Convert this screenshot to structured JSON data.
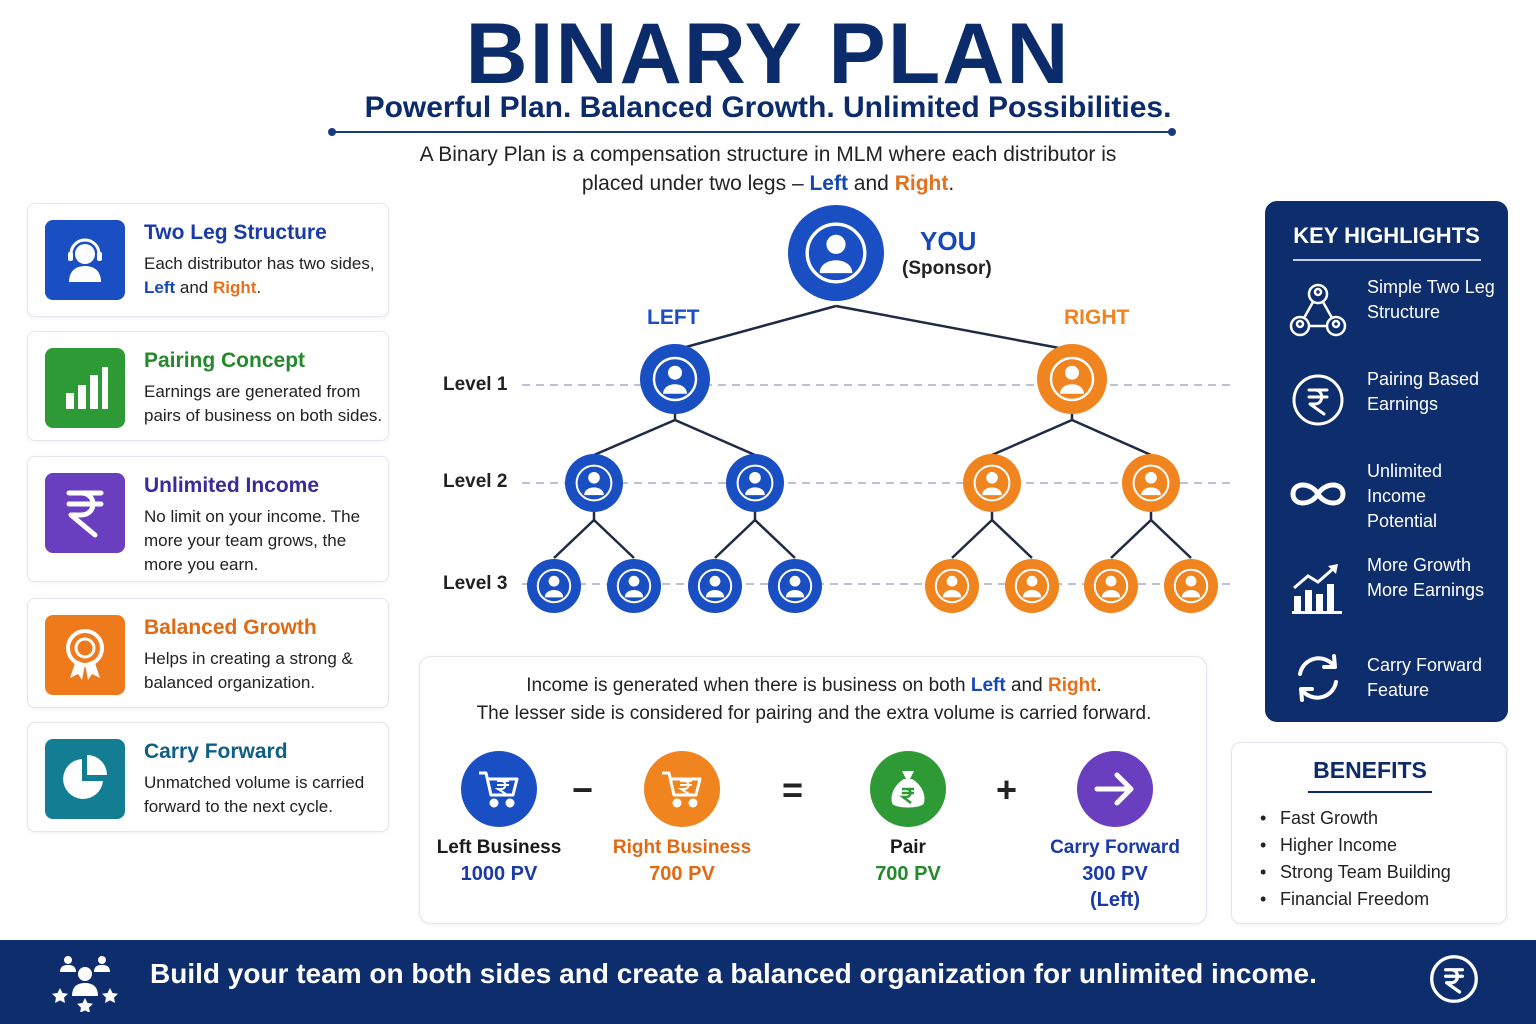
{
  "header": {
    "title": "BINARY PLAN",
    "subtitle": "Powerful Plan. Balanced Growth. Unlimited Possibilities.",
    "intro_line1": "A Binary Plan is a compensation structure in MLM where each distributor is",
    "intro_line2_a": "placed under two legs – ",
    "intro_left": "Left",
    "intro_and": " and ",
    "intro_right": "Right",
    "intro_end": "."
  },
  "features": [
    {
      "title": "Two Leg Structure",
      "body": "Each distributor has two sides,",
      "body_left": "Left",
      "body_and": " and ",
      "body_right": "Right",
      "body_end": ".",
      "icon": "support-agent-icon",
      "color": "#1a4fc4",
      "title_color": "#1a3aa8"
    },
    {
      "title": "Pairing Concept",
      "body": "Earnings are generated from pairs of business on both sides.",
      "icon": "bar-chart-icon",
      "color": "#2e9a35",
      "title_color": "#24892c"
    },
    {
      "title": "Unlimited Income",
      "body": "No limit on your income. The more your team grows, the more you earn.",
      "icon": "rupee-icon",
      "color": "#6a3fbf",
      "title_color": "#3b2a9a"
    },
    {
      "title": "Balanced Growth",
      "body": "Helps in creating a strong & balanced organization.",
      "icon": "award-ribbon-icon",
      "color": "#ee7a1c",
      "title_color": "#e06a14"
    },
    {
      "title": "Carry Forward",
      "body": "Unmatched volume is carried forward to the next cycle.",
      "icon": "pie-chart-icon",
      "color": "#137e93",
      "title_color": "#0f5f84"
    }
  ],
  "tree": {
    "you": "YOU",
    "sponsor": "(Sponsor)",
    "left_label": "LEFT",
    "right_label": "RIGHT",
    "levels": [
      "Level 1",
      "Level 2",
      "Level 3"
    ],
    "left_color": "#1a4fc4",
    "right_color": "#f0841f"
  },
  "key_highlights": {
    "title": "KEY HIGHLIGHTS",
    "items": [
      {
        "text": "Simple Two Leg Structure",
        "icon": "network-icon"
      },
      {
        "text": "Pairing Based Earnings",
        "icon": "rupee-circle-icon"
      },
      {
        "text": "Unlimited Income Potential",
        "icon": "infinity-icon"
      },
      {
        "text": "More Growth More Earnings",
        "icon": "growth-chart-icon"
      },
      {
        "text": "Carry Forward Feature",
        "icon": "refresh-icon"
      }
    ]
  },
  "benefits": {
    "title": "BENEFITS",
    "items": [
      "Fast Growth",
      "Higher Income",
      "Strong Team Building",
      "Financial Freedom"
    ]
  },
  "income": {
    "line1_a": "Income is generated when there is business on both ",
    "line1_left": "Left",
    "line1_and": " and ",
    "line1_right": "Right",
    "line1_end": ".",
    "line2": "The lesser side is considered for pairing and the extra volume is carried forward.",
    "minus": "−",
    "equals": "=",
    "plus": "+",
    "steps": [
      {
        "label": "Left Business",
        "value": "1000 PV",
        "note": "",
        "icon": "cart-rupee-icon",
        "color": "#1a4fc4",
        "label_color": "#1b1b1b",
        "value_color": "#1a3aa8"
      },
      {
        "label": "Right Business",
        "value": "700 PV",
        "note": "",
        "icon": "cart-rupee-icon",
        "color": "#f0841f",
        "label_color": "#e06a14",
        "value_color": "#e06a14"
      },
      {
        "label": "Pair",
        "value": "700 PV",
        "note": "",
        "icon": "money-bag-icon",
        "color": "#2e9a35",
        "label_color": "#1b1b1b",
        "value_color": "#24892c"
      },
      {
        "label": "Carry Forward",
        "value": "300 PV",
        "note": "(Left)",
        "icon": "arrow-right-icon",
        "color": "#6a3fbf",
        "label_color": "#1a3aa8",
        "value_color": "#1a3aa8"
      }
    ]
  },
  "footer": {
    "text": "Build your team on both sides and create a balanced organization for unlimited income.",
    "left_icon": "team-stars-icon",
    "right_icon": "rupee-circle-icon"
  }
}
